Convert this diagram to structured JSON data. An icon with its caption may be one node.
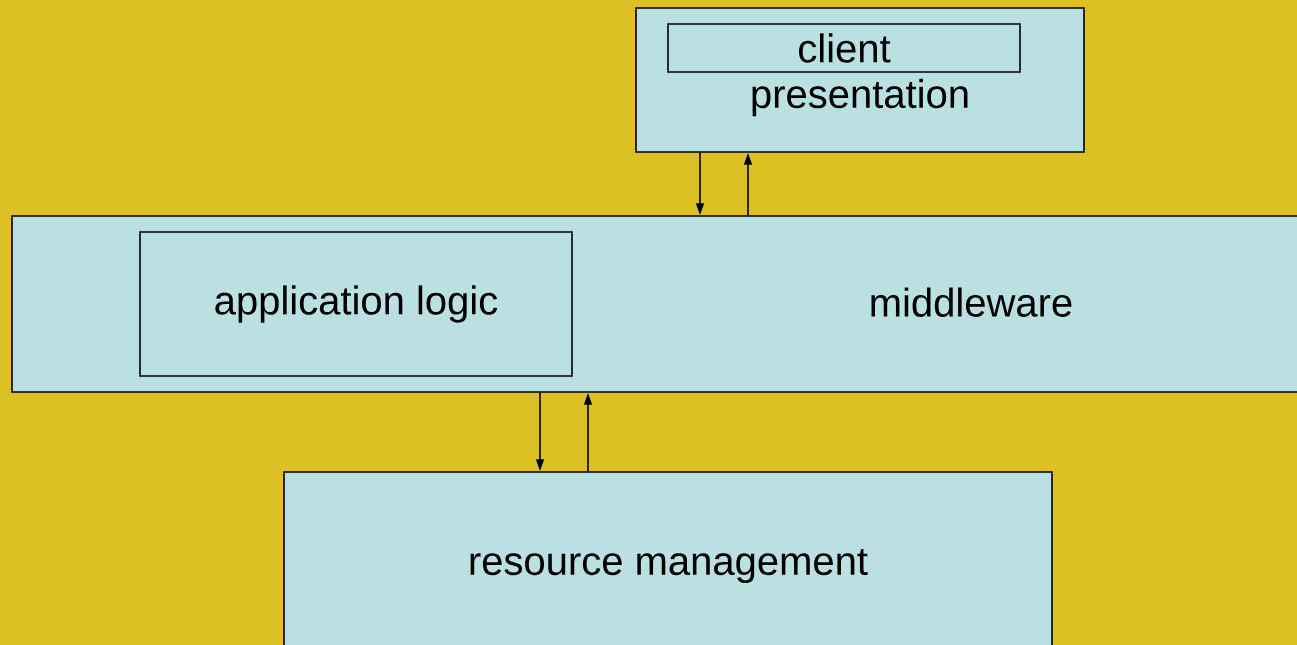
{
  "diagram": {
    "nodes": [
      {
        "text": [
          "presentation"
        ]
      },
      {
        "text": [
          "client"
        ],
        "in": 0
      },
      {
        "text": [
          "middleware"
        ]
      },
      {
        "text": [
          "application logic"
        ],
        "in": 2
      },
      {
        "text": [
          "resource management"
        ]
      }
    ],
    "edges": [
      {
        "from": 0,
        "to": 2,
        "arrow": "to"
      },
      {
        "from": 2,
        "to": 0,
        "arrow": "to"
      },
      {
        "from": 2,
        "to": 4,
        "arrow": "to"
      },
      {
        "from": 4,
        "to": 2,
        "arrow": "to"
      }
    ]
  }
}
